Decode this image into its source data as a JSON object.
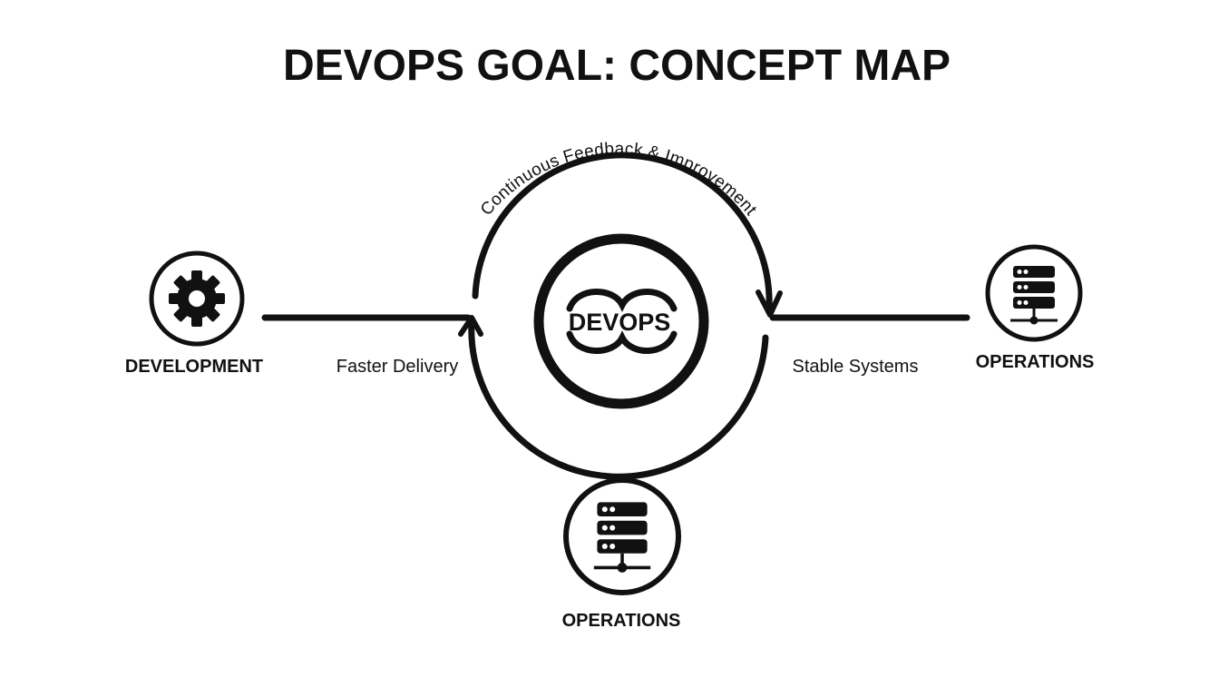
{
  "title": "DEVOPS GOAL: CONCEPT MAP",
  "center": {
    "label": "DEVOPS",
    "icon": "infinity-icon"
  },
  "loop": {
    "label": "Continuous Feedback & Improvement"
  },
  "nodes": {
    "development": {
      "label": "DEVELOPMENT",
      "icon": "gear-icon"
    },
    "operations_right": {
      "label": "OPERATIONS",
      "icon": "server-icon"
    },
    "operations_bottom": {
      "label": "OPERATIONS",
      "icon": "server-icon"
    }
  },
  "edges": {
    "development_to_devops": {
      "label": "Faster Delivery"
    },
    "operations_to_devops": {
      "label": "Stable Systems"
    }
  },
  "colors": {
    "ink": "#111111",
    "background": "#ffffff"
  }
}
